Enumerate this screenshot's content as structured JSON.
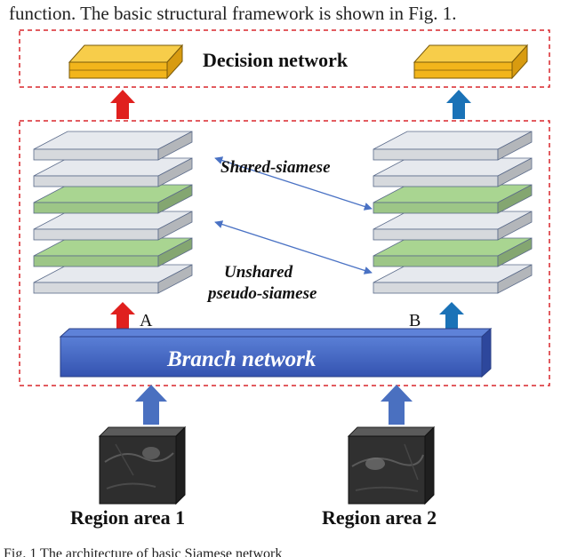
{
  "header_text": "function. The basic structural framework is shown in Fig. 1.",
  "caption": "Fig. 1    The architecture of basic Siamese network",
  "decision_label": "Decision network",
  "shared_label": "Shared-siamese",
  "unshared_label_line1": "Unshared",
  "unshared_label_line2": "pseudo-siamese",
  "branch_label": "Branch network",
  "label_a": "A",
  "label_b": "B",
  "region1_label": "Region area 1",
  "region2_label": "Region area 2",
  "colors": {
    "dashed_border": "#d9262b",
    "decision_block": "#f2b51b",
    "branch_block": "#3f63c4",
    "layer_gray": "#e6e9ee",
    "layer_green": "#a9d591",
    "arrow_red": "#e0201e",
    "arrow_blue": "#1a72b7",
    "arrow_input": "#4a70c0"
  }
}
